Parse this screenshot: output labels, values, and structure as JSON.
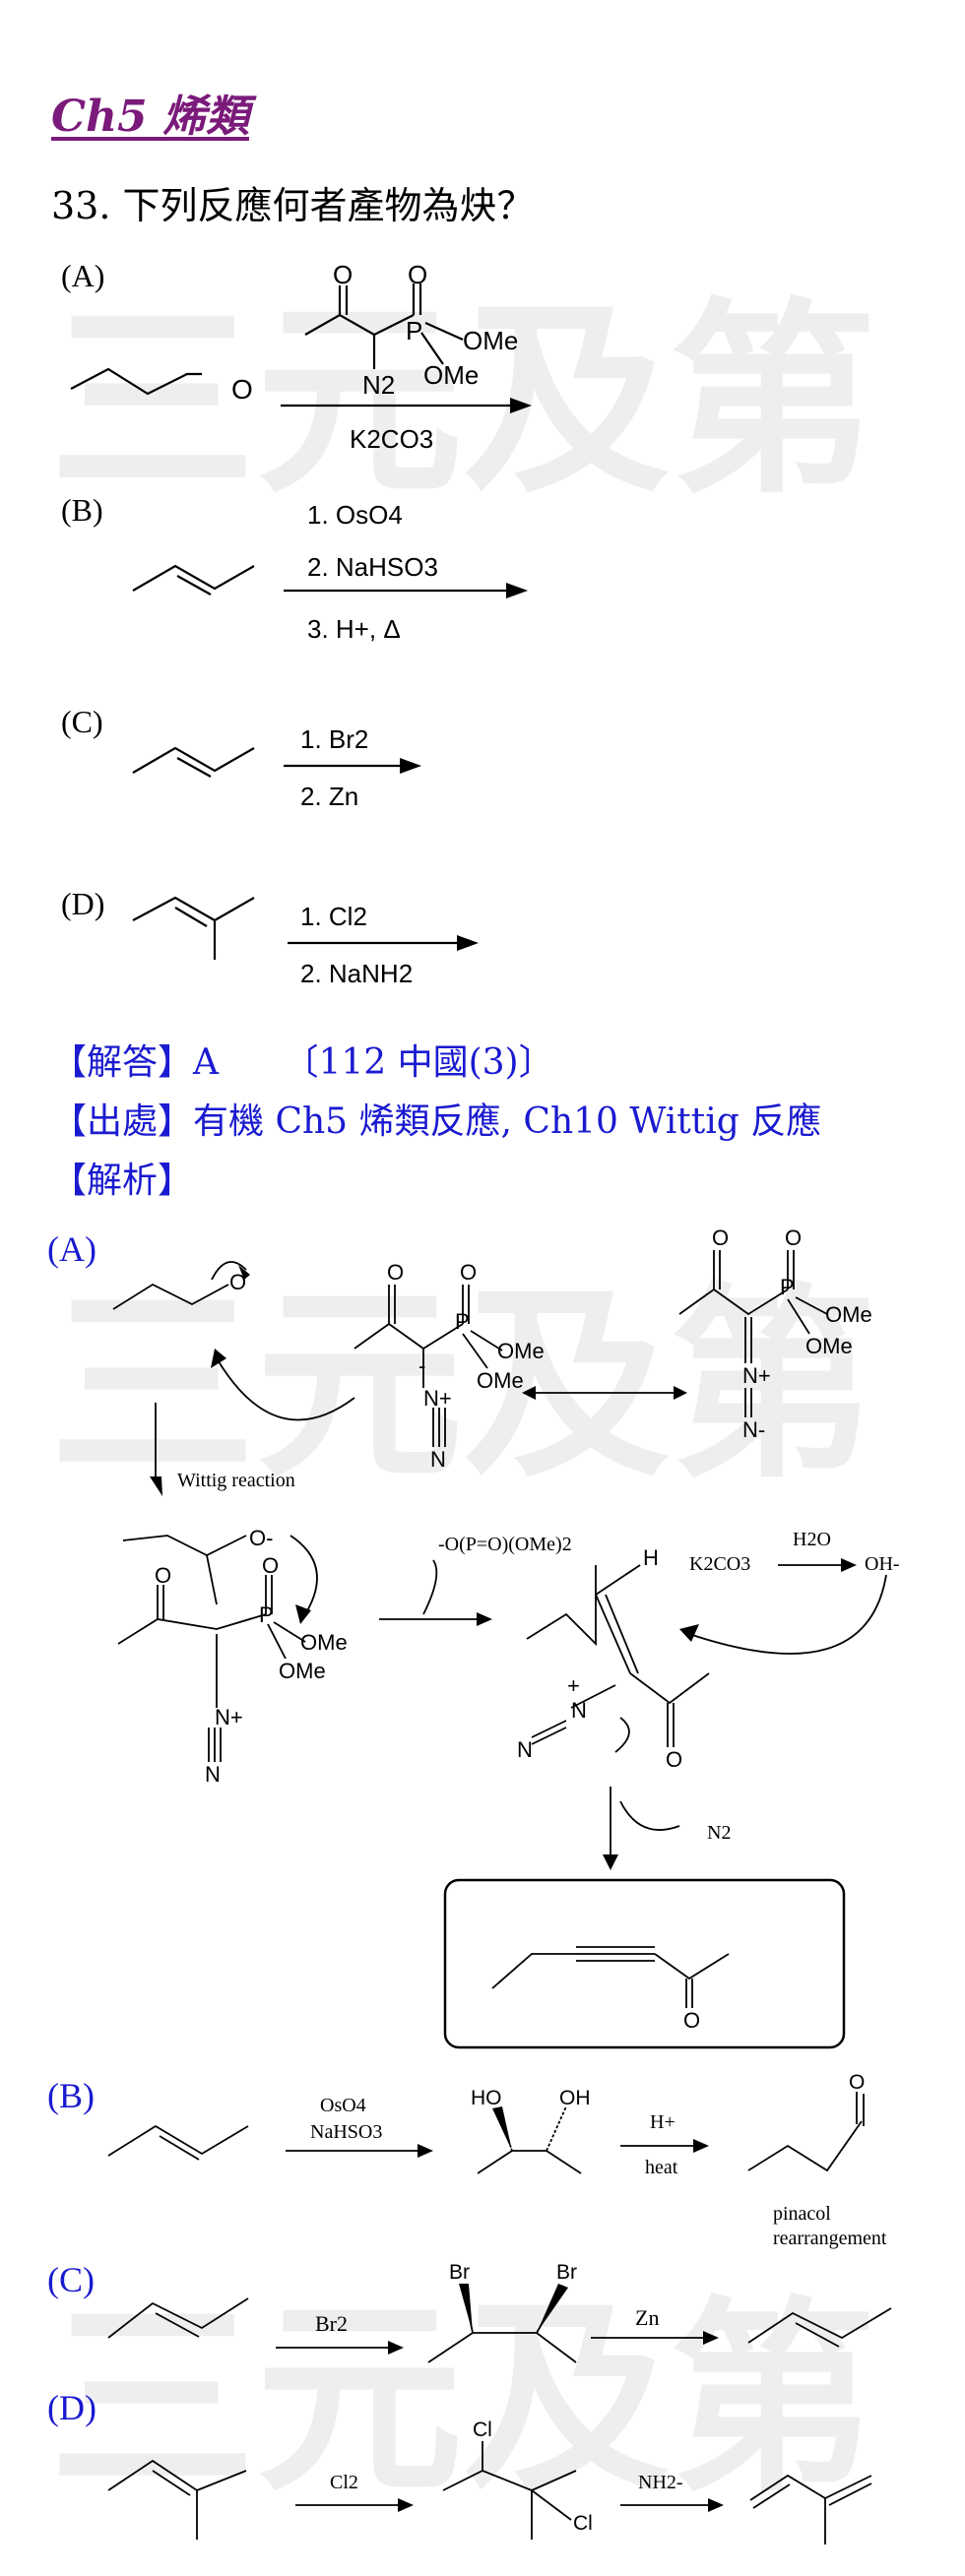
{
  "header": {
    "chapter": "Ch5 烯類"
  },
  "question": {
    "text": "33. 下列反應何者產物為炔？"
  },
  "options": [
    {
      "label": "(A)",
      "reagent_top_labels": [
        "O",
        "O",
        "P",
        "OMe",
        "OMe",
        "N2"
      ],
      "reagent_below": "K2CO3"
    },
    {
      "label": "(B)",
      "steps": [
        "1. OsO4",
        "2. NaHSO3",
        "3. H+, Δ"
      ]
    },
    {
      "label": "(C)",
      "steps": [
        "1. Br2",
        "2. Zn"
      ]
    },
    {
      "label": "(D)",
      "steps": [
        "1. Cl2",
        "2. NaNH2"
      ]
    }
  ],
  "answer": {
    "answer_line": "【解答】A 　　〔112 中國(3)〕",
    "source_line": "【出處】有機 Ch5 烯類反應, Ch10 Wittig 反應",
    "analysis_line": "【解析】"
  },
  "mechanism": {
    "label_A": "(A)",
    "wittig_reaction": "Wittig reaction",
    "leaving_group": "-O(P=O)(OMe)2",
    "k2co3": "K2CO3",
    "h2o": "H2O",
    "oh_minus": "OH-",
    "n2": "N2",
    "label_B": "(B)",
    "b_reagents": [
      "OsO4",
      "NaHSO3"
    ],
    "b_acid": "H+",
    "b_heat": "heat",
    "b_note": [
      "pinacol",
      "rearrangement"
    ],
    "label_C": "(C)",
    "c_reagent1": "Br2",
    "c_reagent2": "Zn",
    "label_D": "(D)",
    "d_reagent1": "Cl2",
    "d_reagent2": "NH2-"
  },
  "colors": {
    "header": "#7a1a7a",
    "answer_blue": "#1a1ad0",
    "watermark": "#eeeeee"
  }
}
